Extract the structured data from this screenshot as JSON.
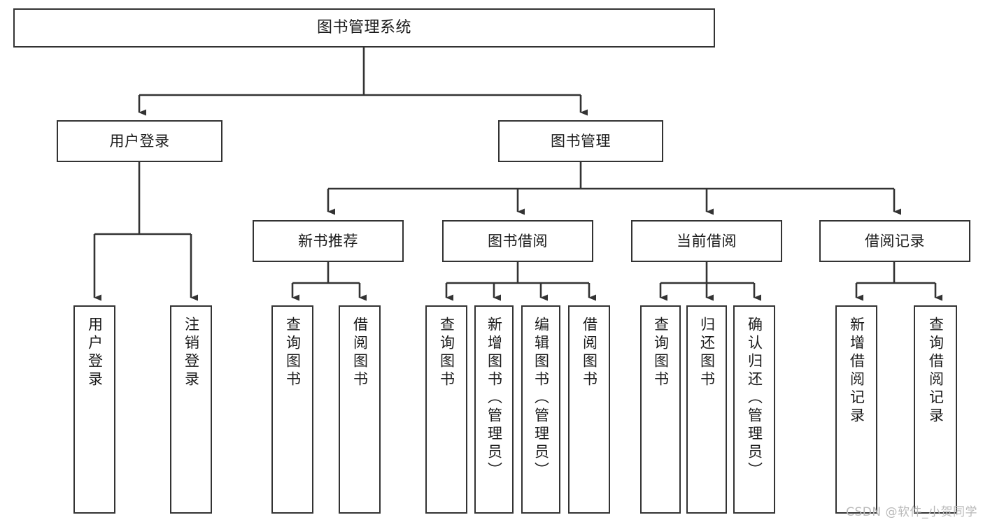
{
  "diagram": {
    "title": "图书管理系统",
    "type": "hierarchy-tree",
    "watermark": "CSDN @软件_小贺同学",
    "colors": {
      "stroke": "#333333",
      "fill": "#ffffff",
      "text": "#1b1b1b",
      "watermark": "#b9b9b9"
    },
    "nodes": {
      "root": {
        "label": "图书管理系统"
      },
      "level1": [
        {
          "id": "user-login",
          "label": "用户登录"
        },
        {
          "id": "book-management",
          "label": "图书管理"
        }
      ],
      "level2": [
        {
          "id": "new-book-recommend",
          "label": "新书推荐"
        },
        {
          "id": "book-borrow",
          "label": "图书借阅"
        },
        {
          "id": "current-borrow",
          "label": "当前借阅"
        },
        {
          "id": "borrow-record",
          "label": "借阅记录"
        }
      ],
      "leaves": {
        "user_login": [
          {
            "id": "leaf-user-login",
            "label": "用户登录"
          },
          {
            "id": "leaf-logout-login",
            "label": "注销登录"
          }
        ],
        "new_book_recommend": [
          {
            "id": "leaf-query-book-1",
            "label": "查询图书"
          },
          {
            "id": "leaf-borrow-book-1",
            "label": "借阅图书"
          }
        ],
        "book_borrow": [
          {
            "id": "leaf-query-book-2",
            "label": "查询图书"
          },
          {
            "id": "leaf-add-book",
            "label": "新增图书（管理员）"
          },
          {
            "id": "leaf-edit-book",
            "label": "编辑图书（管理员）"
          },
          {
            "id": "leaf-borrow-book-2",
            "label": "借阅图书"
          }
        ],
        "current_borrow": [
          {
            "id": "leaf-query-book-3",
            "label": "查询图书"
          },
          {
            "id": "leaf-return-book",
            "label": "归还图书"
          },
          {
            "id": "leaf-confirm-return",
            "label": "确认归还（管理员）"
          }
        ],
        "borrow_record": [
          {
            "id": "leaf-add-borrow-record",
            "label": "新增借阅记录"
          },
          {
            "id": "leaf-query-borrow-record",
            "label": "查询借阅记录"
          }
        ]
      }
    }
  }
}
